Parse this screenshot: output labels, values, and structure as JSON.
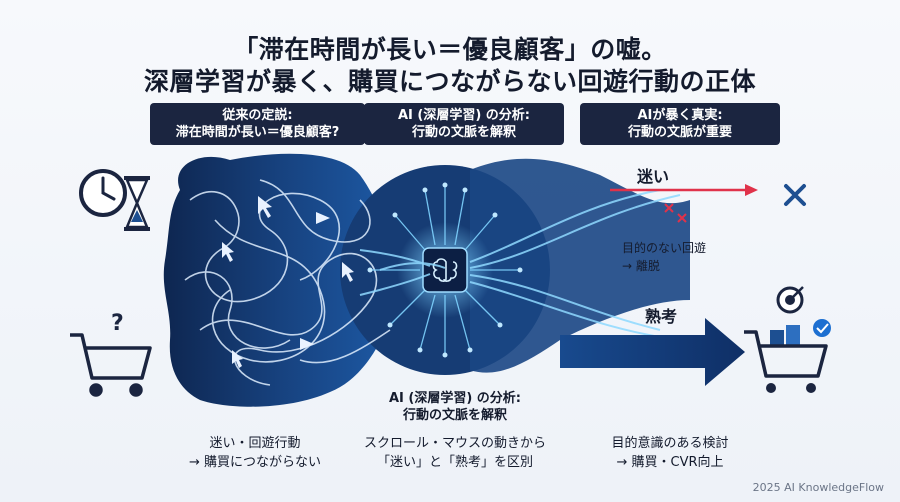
{
  "title": {
    "line1": "「滞在時間が長い＝優良顧客」の嘘。",
    "line2": "深層学習が暴く、購買につながらない回遊行動の正体"
  },
  "boxes": {
    "left": {
      "line1": "従来の定説:",
      "line2": "滞在時間が長い＝優良顧客?"
    },
    "mid": {
      "line1": "AI (深層学習) の分析:",
      "line2": "行動の文脈を解釈"
    },
    "right": {
      "line1": "AIが暴く真実:",
      "line2": "行動の文脈が重要"
    }
  },
  "branches": {
    "upper_label": "迷い",
    "upper_text1": "目的のない回遊",
    "upper_text2": "→ 離脱",
    "lower_label": "熟考"
  },
  "mid_bottom": {
    "line1": "AI (深層学習) の分析:",
    "line2": "行動の文脈を解釈"
  },
  "captions": {
    "left": {
      "line1": "迷い・回遊行動",
      "line2": "→ 購買につながらない"
    },
    "mid": {
      "line1": "スクロール・マウスの動きから",
      "line2": "「迷い」と「熟考」を区別"
    },
    "right": {
      "line1": "目的意識のある検討",
      "line2": "→ 購買・CVR向上"
    }
  },
  "footer": "2025 AI KnowledgeFlow",
  "colors": {
    "dark": "#1b2540",
    "flow": "#1d4f91",
    "glow": "#6ec6ff",
    "alert": "#e0324a",
    "navy": "#0f2a57"
  }
}
